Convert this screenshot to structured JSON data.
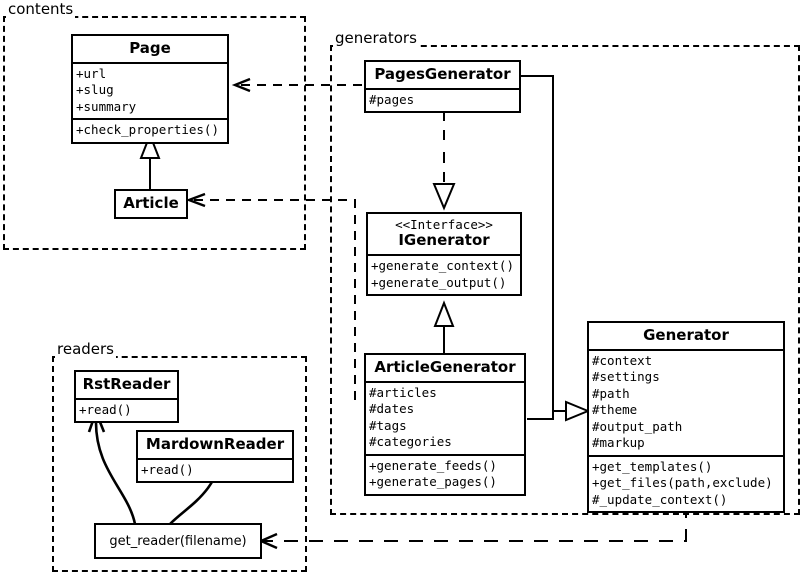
{
  "diagram": {
    "title": "UML class diagram",
    "stroke_color": "#000000",
    "background_color": "#ffffff"
  },
  "packages": [
    {
      "id": "contents",
      "label": "contents"
    },
    {
      "id": "generators",
      "label": "generators"
    },
    {
      "id": "readers",
      "label": "readers"
    }
  ],
  "classes": {
    "page": {
      "name": "Page",
      "attributes": [
        "+url",
        "+slug",
        "+summary"
      ],
      "operations": [
        "+check_properties()"
      ]
    },
    "article": {
      "name": "Article",
      "attributes": [],
      "operations": []
    },
    "pages_generator": {
      "name": "PagesGenerator",
      "attributes": [
        "#pages"
      ],
      "operations": []
    },
    "igenerator": {
      "stereotype": "<<Interface>>",
      "name": "IGenerator",
      "attributes": [],
      "operations": [
        "+generate_context()",
        "+generate_output()"
      ]
    },
    "article_generator": {
      "name": "ArticleGenerator",
      "attributes": [
        "#articles",
        "#dates",
        "#tags",
        "#categories"
      ],
      "operations": [
        "+generate_feeds()",
        "+generate_pages()"
      ]
    },
    "generator": {
      "name": "Generator",
      "attributes": [
        "#context",
        "#settings",
        "#path",
        "#theme",
        "#output_path",
        "#markup"
      ],
      "operations": [
        "+get_templates()",
        "+get_files(path,exclude)",
        "#_update_context()"
      ]
    },
    "rst_reader": {
      "name": "RstReader",
      "attributes": [],
      "operations": [
        "+read()"
      ]
    },
    "mardown_reader": {
      "name": "MardownReader",
      "attributes": [],
      "operations": [
        "+read()"
      ]
    }
  },
  "functions": {
    "get_reader": {
      "label": "get_reader(filename)"
    }
  },
  "relationships": [
    {
      "from": "pages_generator",
      "to": "page",
      "type": "dependency",
      "arrow": "open-arrow"
    },
    {
      "from": "article_generator",
      "to": "article",
      "type": "dependency",
      "arrow": "open-arrow"
    },
    {
      "from": "article",
      "to": "page",
      "type": "generalization",
      "arrow": "hollow-triangle"
    },
    {
      "from": "pages_generator",
      "to": "igenerator",
      "type": "realization",
      "arrow": "hollow-triangle-dashed"
    },
    {
      "from": "article_generator",
      "to": "igenerator",
      "type": "generalization",
      "arrow": "hollow-triangle"
    },
    {
      "from": "pages_generator",
      "to": "generator",
      "type": "generalization",
      "arrow": "hollow-triangle"
    },
    {
      "from": "article_generator",
      "to": "generator",
      "type": "generalization",
      "arrow": "hollow-triangle"
    },
    {
      "from": "generator",
      "to": "get_reader",
      "type": "dependency",
      "arrow": "open-arrow"
    },
    {
      "from": "get_reader",
      "to": "rst_reader",
      "type": "dependency",
      "arrow": "open-arrow-curved"
    },
    {
      "from": "get_reader",
      "to": "mardown_reader",
      "type": "dependency",
      "arrow": "open-arrow-curved"
    }
  ]
}
